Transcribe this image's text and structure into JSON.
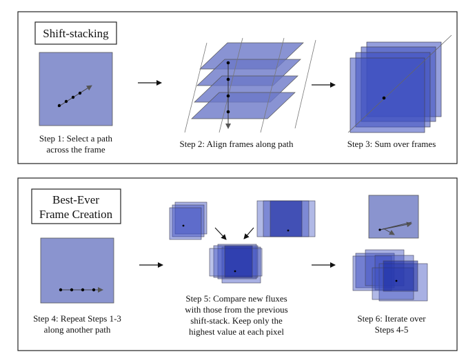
{
  "panel1": {
    "title": "Shift-stacking",
    "step1": [
      "Step 1: Select a path",
      "across the frame"
    ],
    "step2": "Step 2: Align frames along path",
    "step3": "Step 3: Sum over frames"
  },
  "panel2": {
    "title": [
      "Best-Ever",
      "Frame Creation"
    ],
    "step4": [
      "Step 4: Repeat Steps 1-3",
      "along another path"
    ],
    "step5": [
      "Step 5: Compare new fluxes",
      "with those from the previous",
      "shift-stack. Keep only the",
      "highest value at each pixel"
    ],
    "step6": [
      "Step 6: Iterate over",
      "Steps 4-5"
    ]
  },
  "colors": {
    "frame_light": "#8a94cf",
    "frame_dark": "#1a2aa0",
    "frame_mid": "#3d4fc0",
    "outline": "#333333"
  }
}
